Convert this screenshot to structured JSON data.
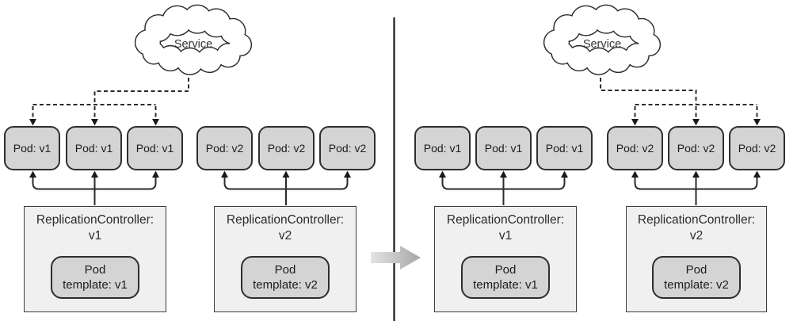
{
  "figure": {
    "type": "architecture-diagram",
    "subject": "Service routing switched from v1 pods to v2 pods across two ReplicationControllers"
  },
  "colors": {
    "pod_fill": "#d4d4d4",
    "pod_border": "#2e2e2e",
    "controller_fill": "#f0f0f0",
    "controller_border": "#3d3d3d",
    "line": "#2b2b2b",
    "divider": "#1a1a1a",
    "transition_arrow_from": "#e4e4e4",
    "transition_arrow_to": "#a6a6a6"
  },
  "panels": [
    {
      "id": "before",
      "service": {
        "label": "Service",
        "routes_to_version": "v1"
      },
      "pod_groups": [
        {
          "version": "v1",
          "linked_to_service": true,
          "pods": [
            "Pod: v1",
            "Pod: v1",
            "Pod: v1"
          ]
        },
        {
          "version": "v2",
          "linked_to_service": false,
          "pods": [
            "Pod: v2",
            "Pod: v2",
            "Pod: v2"
          ]
        }
      ],
      "controllers": [
        {
          "title": "ReplicationController:",
          "version": "v1",
          "template": {
            "line1": "Pod",
            "line2": "template: v1"
          }
        },
        {
          "title": "ReplicationController:",
          "version": "v2",
          "template": {
            "line1": "Pod",
            "line2": "template: v2"
          }
        }
      ]
    },
    {
      "id": "after",
      "service": {
        "label": "Service",
        "routes_to_version": "v2"
      },
      "pod_groups": [
        {
          "version": "v1",
          "linked_to_service": false,
          "pods": [
            "Pod: v1",
            "Pod: v1",
            "Pod: v1"
          ]
        },
        {
          "version": "v2",
          "linked_to_service": true,
          "pods": [
            "Pod: v2",
            "Pod: v2",
            "Pod: v2"
          ]
        }
      ],
      "controllers": [
        {
          "title": "ReplicationController:",
          "version": "v1",
          "template": {
            "line1": "Pod",
            "line2": "template: v1"
          }
        },
        {
          "title": "ReplicationController:",
          "version": "v2",
          "template": {
            "line1": "Pod",
            "line2": "template: v2"
          }
        }
      ]
    }
  ],
  "transition": {
    "direction": "right"
  }
}
